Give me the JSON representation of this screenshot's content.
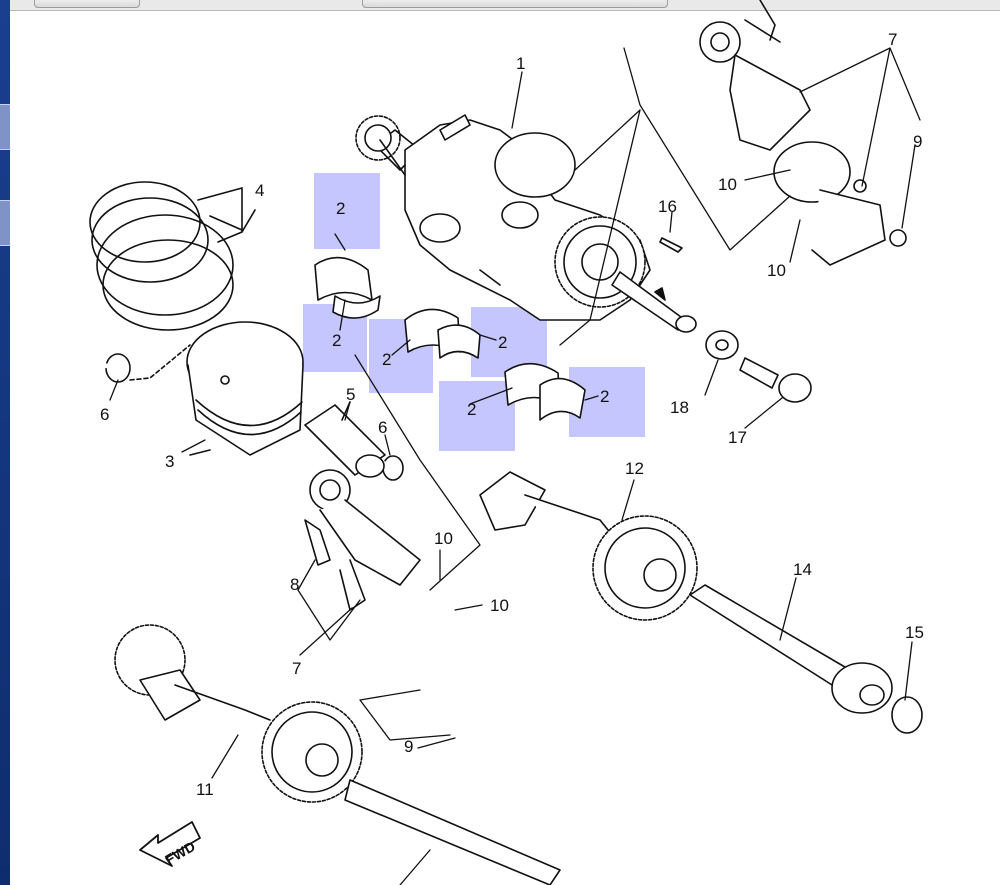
{
  "diagram": {
    "labels": {
      "p1": "1",
      "p2a": "2",
      "p2b": "2",
      "p2c": "2",
      "p2d": "2",
      "p2e": "2",
      "p2f": "2",
      "p3": "3",
      "p4": "4",
      "p5": "5",
      "p6a": "6",
      "p6b": "6",
      "p7a": "7",
      "p7b": "7",
      "p8": "8",
      "p9a": "9",
      "p9b": "9",
      "p10a": "10",
      "p10b": "10",
      "p10c": "10",
      "p10d": "10",
      "p11": "11",
      "p12": "12",
      "p14": "14",
      "p15": "15",
      "p16": "16",
      "p17": "17",
      "p18": "18"
    },
    "fwd_label": "FWD"
  },
  "colors": {
    "highlight": "#7878ff",
    "sidebar": "#1a3f8f",
    "ink": "#111111"
  }
}
